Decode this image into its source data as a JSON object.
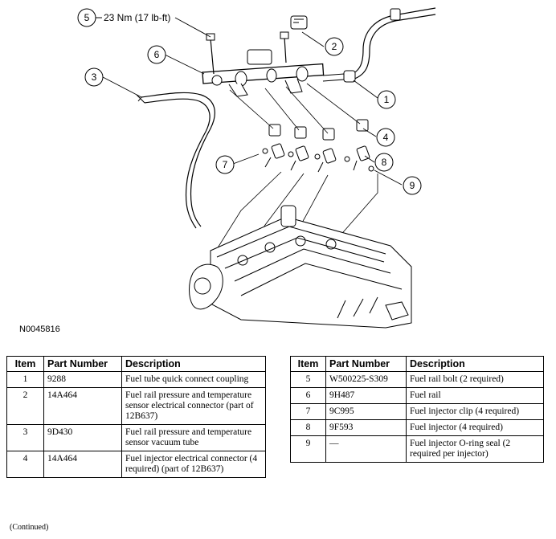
{
  "figure": {
    "id": "N0045816",
    "torque_callout": "23 Nm (17 lb-ft)"
  },
  "callouts": [
    "1",
    "2",
    "3",
    "4",
    "5",
    "6",
    "7",
    "8",
    "9"
  ],
  "table_headers": {
    "item": "Item",
    "part_number": "Part Number",
    "description": "Description"
  },
  "parts_left": [
    {
      "item": "1",
      "part_number": "9288",
      "description": "Fuel tube quick connect coupling"
    },
    {
      "item": "2",
      "part_number": "14A464",
      "description": "Fuel rail pressure and temperature sensor electrical connector (part of 12B637)"
    },
    {
      "item": "3",
      "part_number": "9D430",
      "description": "Fuel rail pressure and temperature sensor vacuum tube"
    },
    {
      "item": "4",
      "part_number": "14A464",
      "description": "Fuel injector electrical connector (4 required) (part of 12B637)"
    }
  ],
  "parts_right": [
    {
      "item": "5",
      "part_number": "W500225-S309",
      "description": "Fuel rail bolt (2 required)"
    },
    {
      "item": "6",
      "part_number": "9H487",
      "description": "Fuel rail"
    },
    {
      "item": "7",
      "part_number": "9C995",
      "description": "Fuel injector clip (4 required)"
    },
    {
      "item": "8",
      "part_number": "9F593",
      "description": "Fuel injector (4 required)"
    },
    {
      "item": "9",
      "part_number": "—",
      "description": "Fuel injector O-ring seal (2 required per injector)"
    }
  ],
  "footer": {
    "continued": "(Continued)"
  }
}
